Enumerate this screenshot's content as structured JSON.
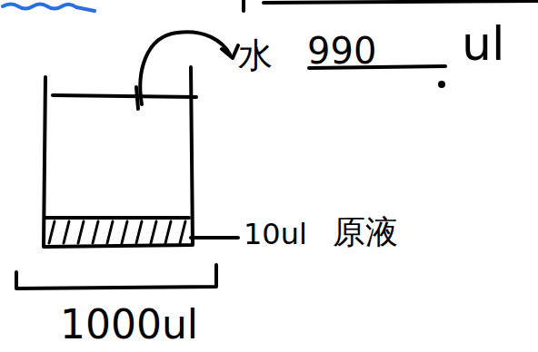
{
  "diagram": {
    "labels": [
      "水",
      "990",
      "ul",
      "10ul",
      "原液",
      "1000ul"
    ]
  }
}
